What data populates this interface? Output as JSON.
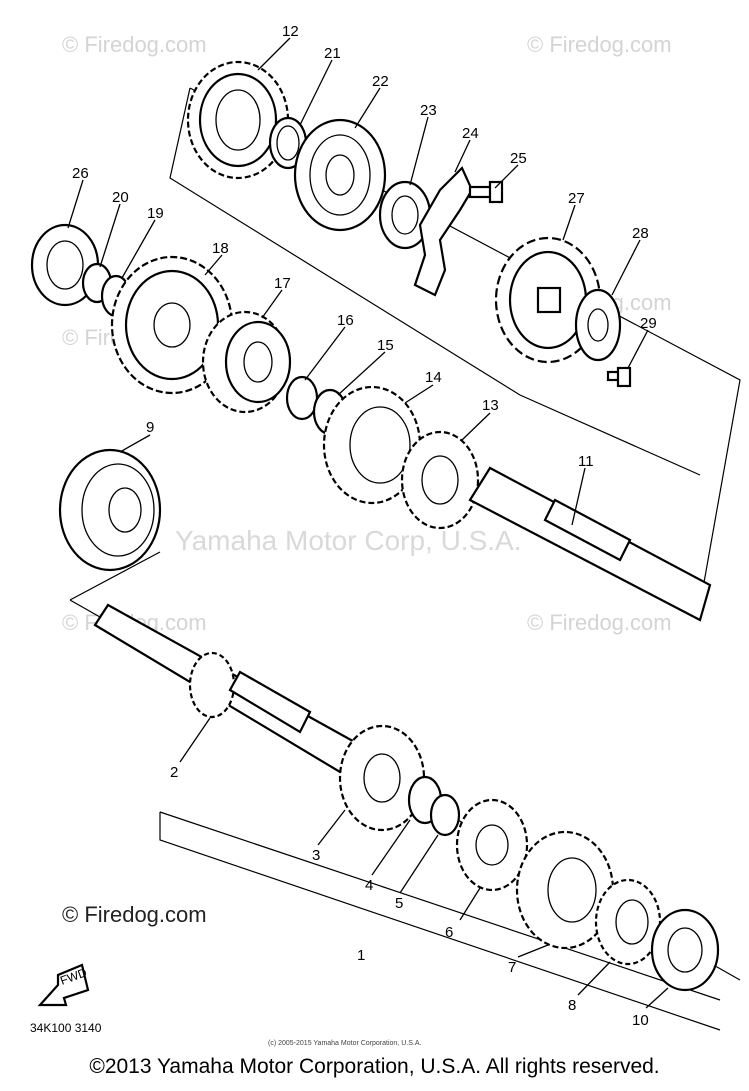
{
  "watermarks": {
    "firedog": "© Firedog.com",
    "firedog_dark": "© Firedog.com",
    "yamaha": "Yamaha Motor Corp, U.S.A."
  },
  "diagram": {
    "callouts": [
      "1",
      "2",
      "3",
      "4",
      "5",
      "6",
      "7",
      "8",
      "9",
      "10",
      "11",
      "12",
      "13",
      "14",
      "15",
      "16",
      "17",
      "18",
      "19",
      "20",
      "21",
      "22",
      "23",
      "24",
      "25",
      "26",
      "27",
      "28",
      "29"
    ],
    "fwd_label": "FWD",
    "drawing_code": "34K100 3140",
    "small_copyright": "(c) 2005-2015 Yamaha Motor Corporation, U.S.A."
  },
  "footer": {
    "copyright": "©2013 Yamaha Motor Corporation, U.S.A. All rights reserved."
  }
}
